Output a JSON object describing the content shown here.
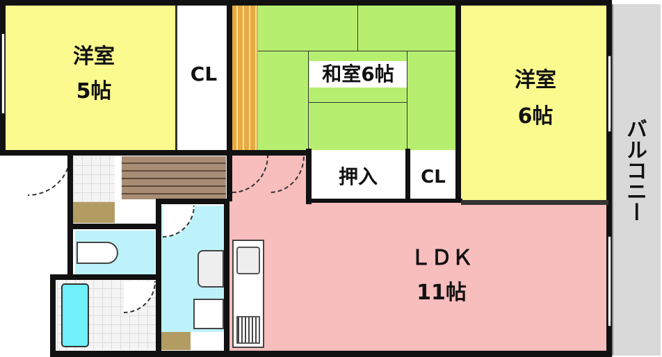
{
  "rooms": {
    "western_5": {
      "name": "洋室",
      "size": "5帖"
    },
    "closet_left": {
      "name": "CL"
    },
    "washitsu": {
      "name": "和室6帖"
    },
    "western_6": {
      "name": "洋室",
      "size": "6帖"
    },
    "oshiire": {
      "name": "押入"
    },
    "closet_mid": {
      "name": "CL"
    },
    "ldk": {
      "name": "ＬＤＫ",
      "size": "11帖"
    },
    "balcony": {
      "name": "バルコニー"
    }
  },
  "colors": {
    "western": "#fafa8e",
    "washitsu": "#b6ef70",
    "ldk": "#f8bdbd",
    "wet": "#bdf2fb",
    "balcony": "#d9d9d9"
  }
}
